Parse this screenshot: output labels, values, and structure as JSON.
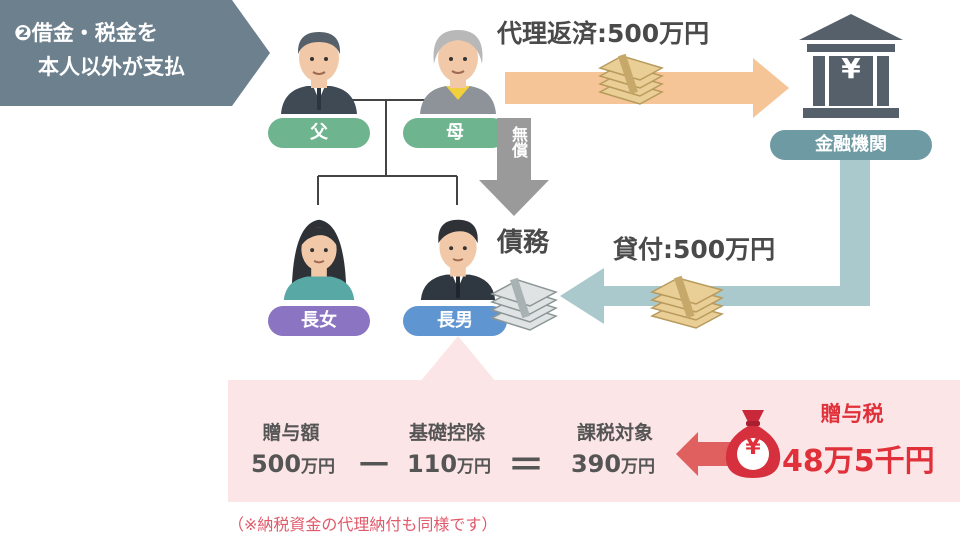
{
  "banner": {
    "number": "❷",
    "line1": "借金・税金を",
    "line2": "本人以外が支払"
  },
  "family": {
    "father": "父",
    "mother": "母",
    "daughter": "長女",
    "son": "長男"
  },
  "flow": {
    "repayment": "代理返済:500万円",
    "gratuitous": "無償",
    "loan": "貸付:500万円",
    "debt": "債務",
    "bank": "金融機関",
    "bank_symbol": "¥"
  },
  "calc": {
    "gift_label": "贈与額",
    "gift_value": "500",
    "deduction_label": "基礎控除",
    "deduction_value": "110",
    "taxable_label": "課税対象",
    "taxable_value": "390",
    "unit": "万円",
    "minus": "－",
    "equals": "＝"
  },
  "result": {
    "label": "贈与税",
    "amount": "48万5千円",
    "yen_symbol": "¥"
  },
  "footnote": "（※納税資金の代理納付も同様です）",
  "colors": {
    "banner": "#6d808e",
    "orange_arrow": "#f5c497",
    "teal_arrow": "#a9c9cc",
    "gray_arrow": "#9a9a9a",
    "red": "#e0303a",
    "pink_bg": "#fce5e6"
  }
}
